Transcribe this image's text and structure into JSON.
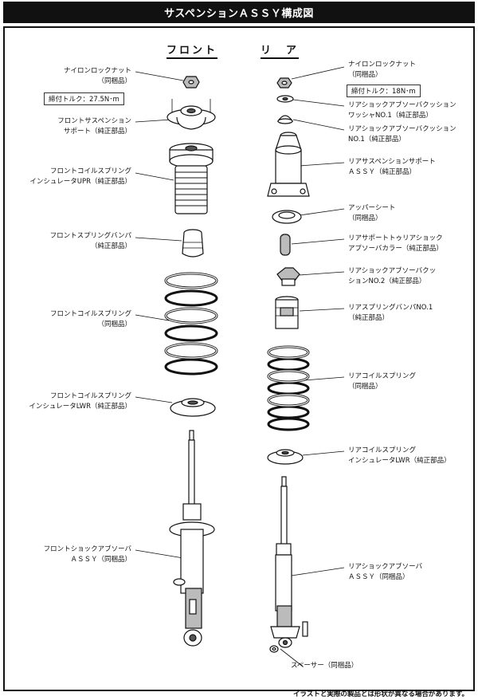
{
  "title": "サスペンションＡＳＳＹ構成図",
  "front_heading": "フロント",
  "rear_heading": "リ　ア",
  "front_labels": [
    {
      "l1": "ナイロンロックナット",
      "l2": "（同梱品）"
    },
    {
      "l1": "フロントサスペンション",
      "l2": "サポート（純正部品）"
    },
    {
      "l1": "フロントコイルスプリング",
      "l2": "インシュレータUPR（純正部品）"
    },
    {
      "l1": "フロントスプリングバンパ",
      "l2": "（純正部品）"
    },
    {
      "l1": "フロントコイルスプリング",
      "l2": "（同梱品）"
    },
    {
      "l1": "フロントコイルスプリング",
      "l2": "インシュレータLWR（純正部品）"
    },
    {
      "l1": "フロントショックアブソーバ",
      "l2": "ＡＳＳＹ（同梱品）"
    }
  ],
  "front_torque": "締付トルク：27.5N･m",
  "rear_labels": [
    {
      "l1": "ナイロンロックナット",
      "l2": "（同梱品）"
    },
    {
      "l1": "リアショックアブソーバクッション",
      "l2": "ワッシャNO.1（純正部品）"
    },
    {
      "l1": "リアショックアブソーバクッション",
      "l2": "NO.1（純正部品）"
    },
    {
      "l1": "リアサスペンションサポート",
      "l2": "ＡＳＳＹ（純正部品）"
    },
    {
      "l1": "アッパーシート",
      "l2": "（同梱品）"
    },
    {
      "l1": "リアサポートトゥリアショック",
      "l2": "アブソーバカラー（純正部品）"
    },
    {
      "l1": "リアショックアブソーバクッ",
      "l2": "ションNO.2（純正部品）"
    },
    {
      "l1": "リアスプリングバンパNO.1",
      "l2": "（純正部品）"
    },
    {
      "l1": "リアコイルスプリング",
      "l2": "（同梱品）"
    },
    {
      "l1": "リアコイルスプリング",
      "l2": "インシュレータLWR（純正部品）"
    },
    {
      "l1": "リアショックアブソーバ",
      "l2": "ＡＳＳＹ（同梱品）"
    },
    {
      "l1": "スペーサー（同梱品）",
      "l2": ""
    }
  ],
  "rear_torque": "締付トルク：18N･m",
  "footnote": "イラストと実際の製品とは形状が異なる場合があります。"
}
